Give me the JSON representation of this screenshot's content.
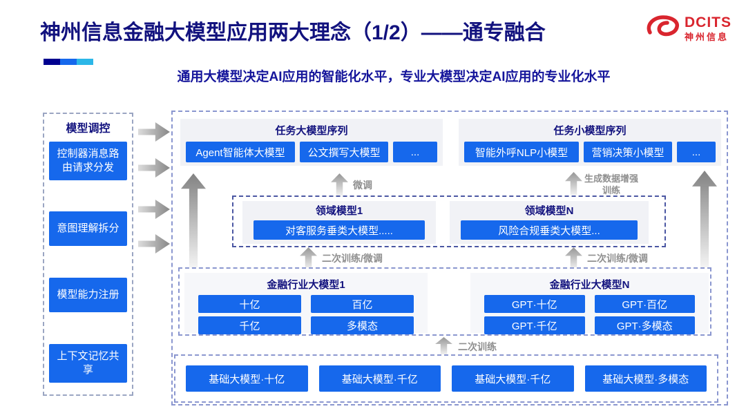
{
  "page": {
    "title": "神州信息金融大模型应用两大理念（1/2）——通专融合",
    "subtitle": "通用大模型决定AI应用的智能化水平，专业大模型决定AI应用的专业化水平"
  },
  "logo": {
    "brand": "DCITS",
    "brand_cn": "神州信息"
  },
  "sidebar": {
    "title": "模型调控",
    "items": [
      {
        "label": "控制器消息路由请求分发"
      },
      {
        "label": "意图理解拆分"
      },
      {
        "label": "模型能力注册"
      },
      {
        "label": "上下文记忆共享"
      }
    ]
  },
  "task_large": {
    "title": "任务大模型序列",
    "items": [
      "Agent智能体大模型",
      "公文撰写大模型",
      "..."
    ]
  },
  "task_small": {
    "title": "任务小模型序列",
    "items": [
      "智能外呼NLP小模型",
      "营销决策小模型",
      "..."
    ]
  },
  "domain": {
    "m1": {
      "title": "领域模型1",
      "item": "对客服务垂类大模型....."
    },
    "mn": {
      "title": "领域模型N",
      "item": "风险合规垂类大模型..."
    }
  },
  "industry": {
    "m1": {
      "title": "金融行业大模型1",
      "items": [
        "十亿",
        "百亿",
        "千亿",
        "多模态"
      ]
    },
    "mn": {
      "title": "金融行业大模型N",
      "items": [
        "GPT·十亿",
        "GPT·百亿",
        "GPT·千亿",
        "GPT·多模态"
      ]
    }
  },
  "base_models": [
    "基础大模型·十亿",
    "基础大模型·千亿",
    "基础大模型·千亿",
    "基础大模型·多模态"
  ],
  "arrow_labels": {
    "fine_tune": "微调",
    "gen_data_augment": "生成数据增强训练",
    "retrain_ft_left": "二次训练/微调",
    "retrain_ft_right": "二次训练/微调",
    "retrain": "二次训练"
  },
  "colors": {
    "accent_blue": "#1668EC",
    "navy_text": "#12127E",
    "brand_red": "#D9252E"
  }
}
